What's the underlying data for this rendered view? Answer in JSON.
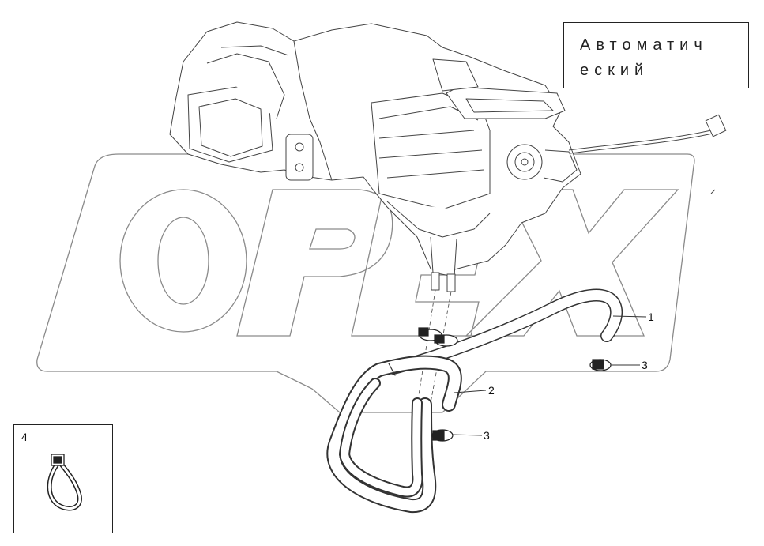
{
  "title": "Автоматический",
  "title_lines": [
    "Автоматич",
    "еский"
  ],
  "watermark": "OPEX",
  "callouts": [
    {
      "id": "1",
      "label": "1"
    },
    {
      "id": "2",
      "label": "2"
    },
    {
      "id": "3a",
      "label": "3"
    },
    {
      "id": "3b",
      "label": "3"
    }
  ],
  "inset": {
    "label": "4"
  },
  "colors": {
    "line": "#333333",
    "watermark": "#8a8a8a",
    "hose_fill": "#ffffff"
  }
}
